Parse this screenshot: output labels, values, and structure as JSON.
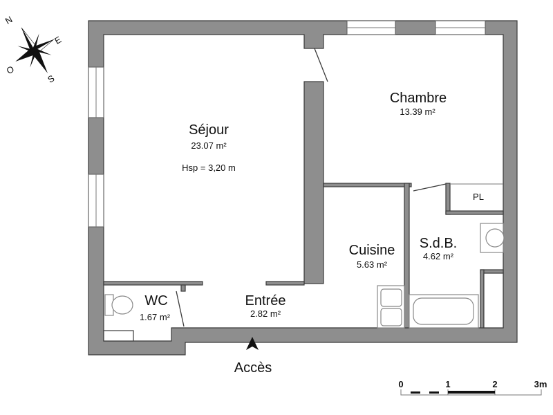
{
  "compass": {
    "north": "N",
    "east": "E",
    "south": "S",
    "west": "O"
  },
  "rooms": {
    "sejour": {
      "name": "Séjour",
      "area": "23.07 m²",
      "height": "Hsp =  3,20 m"
    },
    "chambre": {
      "name": "Chambre",
      "area": "13.39 m²"
    },
    "cuisine": {
      "name": "Cuisine",
      "area": "5.63 m²"
    },
    "sdb": {
      "name": "S.d.B.",
      "area": "4.62 m²"
    },
    "placard": {
      "name": "PL"
    },
    "wc": {
      "name": "WC",
      "area": "1.67 m²"
    },
    "entree": {
      "name": "Entrée",
      "area": "2.82 m²"
    }
  },
  "access": {
    "label": "Accès"
  },
  "scale": {
    "ticks": [
      "0",
      "1",
      "2",
      "3m"
    ]
  },
  "colors": {
    "wall": "#8e8e8e",
    "outline": "#3a3a3a"
  }
}
